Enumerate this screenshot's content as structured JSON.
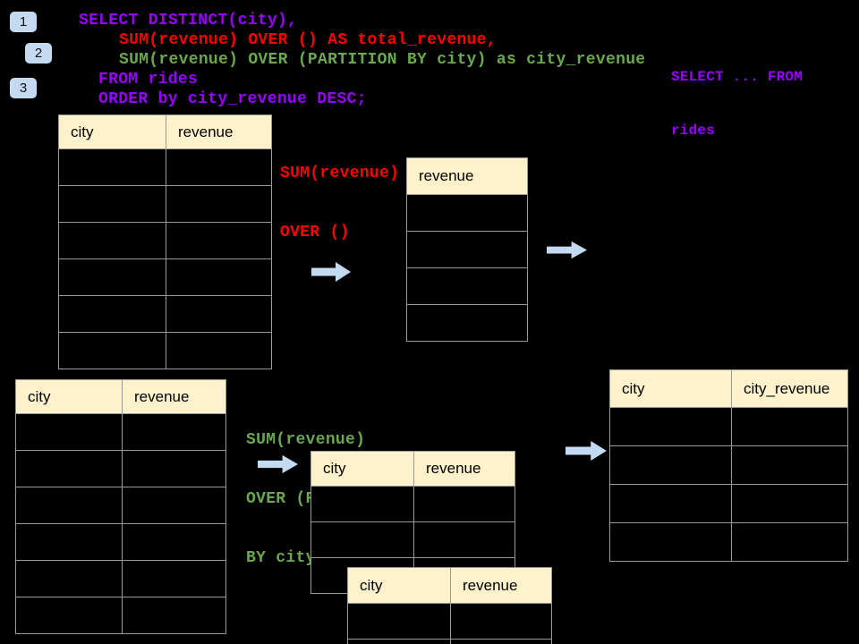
{
  "colors": {
    "background": "#000000",
    "purple": "#9900ff",
    "red": "#ff0000",
    "green": "#6aa84f",
    "accent_blue": "#c3daf1",
    "table_header": "#fdf2cb",
    "table_border": "#999999"
  },
  "steps": [
    "1",
    "2",
    "3"
  ],
  "code": {
    "lines": [
      {
        "text": "SELECT DISTINCT(city),"
      },
      {
        "text": "SUM(revenue) OVER () AS total_revenue,"
      },
      {
        "text": "SUM(revenue) OVER (PARTITION BY city) as city_revenue"
      },
      {
        "text": "FROM rides"
      },
      {
        "text": "ORDER by city_revenue DESC;"
      }
    ]
  },
  "side_note": {
    "line1": "SELECT ... FROM",
    "line2": "rides"
  },
  "labels": {
    "total": {
      "line1": "SUM(revenue)",
      "line2": "OVER ()"
    },
    "partition": {
      "line1": "SUM(revenue)",
      "line2": "OVER (PARTITION",
      "line3": "BY city)"
    }
  },
  "tables": {
    "source_top": {
      "col1": "city",
      "col2": "revenue"
    },
    "total_result": {
      "col1": "revenue"
    },
    "source_bottom": {
      "col1": "city",
      "col2": "revenue"
    },
    "partition_step": {
      "col1": "city",
      "col2": "revenue"
    },
    "partition_step2": {
      "col1": "city",
      "col2": "revenue"
    },
    "final_result": {
      "col1": "city",
      "col2": "city_revenue"
    }
  }
}
